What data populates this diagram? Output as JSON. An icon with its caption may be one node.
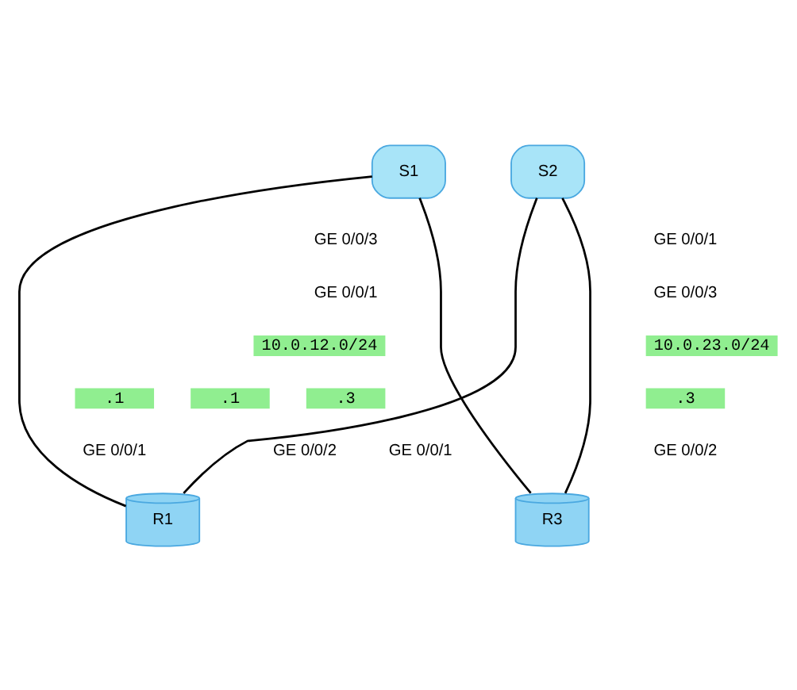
{
  "diagram": {
    "nodes": [
      {
        "text": [
          "S1"
        ]
      },
      {
        "text": [
          "S2"
        ]
      },
      {
        "text": [
          "R1"
        ]
      },
      {
        "text": [
          "R3"
        ]
      }
    ],
    "edges": [
      {
        "from": 0,
        "to": 2,
        "arrow": "none"
      },
      {
        "from": 0,
        "to": 3,
        "arrow": "none"
      },
      {
        "from": 1,
        "to": 2,
        "arrow": "none"
      },
      {
        "from": 1,
        "to": 3,
        "arrow": "none"
      }
    ],
    "labels": [
      "GE 0/0/3",
      "GE 0/0/1",
      "GE 0/0/1",
      "GE 0/0/3",
      "10.0.12.0/24",
      "10.0.23.0/24",
      ".1",
      ".1",
      ".3",
      ".3",
      "GE 0/0/1",
      "GE 0/0/2",
      "GE 0/0/1",
      "GE 0/0/2"
    ]
  }
}
